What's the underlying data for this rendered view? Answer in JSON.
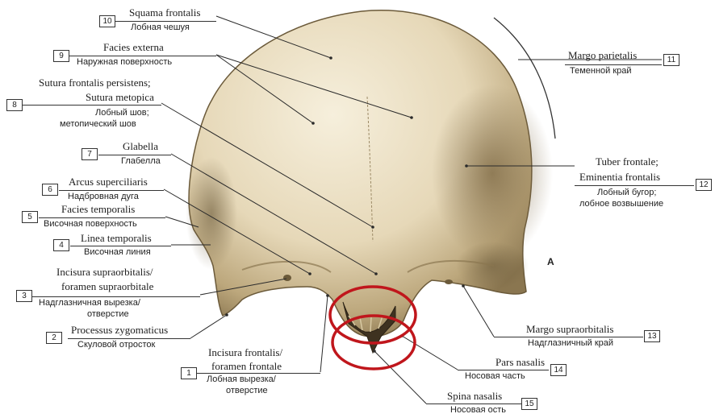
{
  "figure": {
    "marker": "A",
    "bone_colors": {
      "base": "#e6d8b8",
      "light": "#f6efdc",
      "shadow": "#8a7650",
      "dark": "#5a4a30"
    },
    "highlight_color": "#c0161c"
  },
  "labels": [
    {
      "num": "10",
      "latin": "Squama frontalis",
      "russian": "Лобная чешуя"
    },
    {
      "num": "9",
      "latin": "Facies externa",
      "russian": "Наружная поверхность"
    },
    {
      "num": "8",
      "latin": "Sutura frontalis persistens;",
      "latin2": "Sutura metopica",
      "russian": "Лобный шов;",
      "russian2": "метопический шов"
    },
    {
      "num": "7",
      "latin": "Glabella",
      "russian": "Глабелла"
    },
    {
      "num": "6",
      "latin": "Arcus superciliaris",
      "russian": "Надбровная дуга"
    },
    {
      "num": "5",
      "latin": "Facies temporalis",
      "russian": "Височная поверхность"
    },
    {
      "num": "4",
      "latin": "Linea temporalis",
      "russian": "Височная линия"
    },
    {
      "num": "3",
      "latin": "Incisura supraorbitalis/",
      "latin2": "foramen supraorbitale",
      "russian": "Надглазничная вырезка/",
      "russian2": "отверстие"
    },
    {
      "num": "2",
      "latin": "Processus zygomaticus",
      "russian": "Скуловой отросток"
    },
    {
      "num": "1",
      "latin": "Incisura frontalis/",
      "latin2": "foramen frontale",
      "russian": "Лобная вырезка/",
      "russian2": "отверстие"
    },
    {
      "num": "11",
      "latin": "Margo parietalis",
      "russian": "Теменной край"
    },
    {
      "num": "12",
      "latin": "Tuber frontale;",
      "latin2": "Eminentia frontalis",
      "russian": "Лобный бугор;",
      "russian2": "лобное возвышение"
    },
    {
      "num": "13",
      "latin": "Margo supraorbitalis",
      "russian": "Надглазничный край"
    },
    {
      "num": "14",
      "latin": "Pars nasalis",
      "russian": "Носовая часть"
    },
    {
      "num": "15",
      "latin": "Spina nasalis",
      "russian": "Носовая ость"
    }
  ]
}
